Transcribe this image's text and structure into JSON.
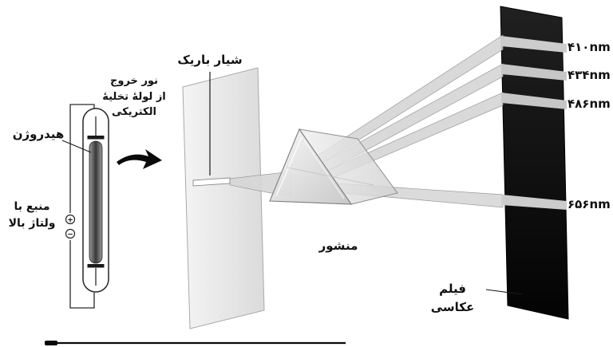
{
  "labels": {
    "hydrogen": "هیدروژن",
    "exit_light": [
      "نور خروج",
      "از لولهٔ تخلیهٔ",
      "الکتریکی"
    ],
    "voltage_source": [
      "منبع با",
      "ولتاژ بالا"
    ],
    "slit": "شیار باریک",
    "prism": "منشور",
    "film": "فیلم عکاسی"
  },
  "terminals": {
    "positive": "+",
    "negative": "−"
  },
  "wavelengths": [
    {
      "label": "۴۱۰nm",
      "value_nm": 410
    },
    {
      "label": "۴۳۴nm",
      "value_nm": 434
    },
    {
      "label": "۴۸۶nm",
      "value_nm": 486
    },
    {
      "label": "۶۵۶nm",
      "value_nm": 656
    }
  ],
  "colors": {
    "ink": "#111111",
    "screen_plate": "#e9e9e9",
    "beam": "#d6d6d6",
    "prism_glass": "#e4e4e4",
    "film": "#0a0a0a",
    "film_line": "#cccccc"
  }
}
